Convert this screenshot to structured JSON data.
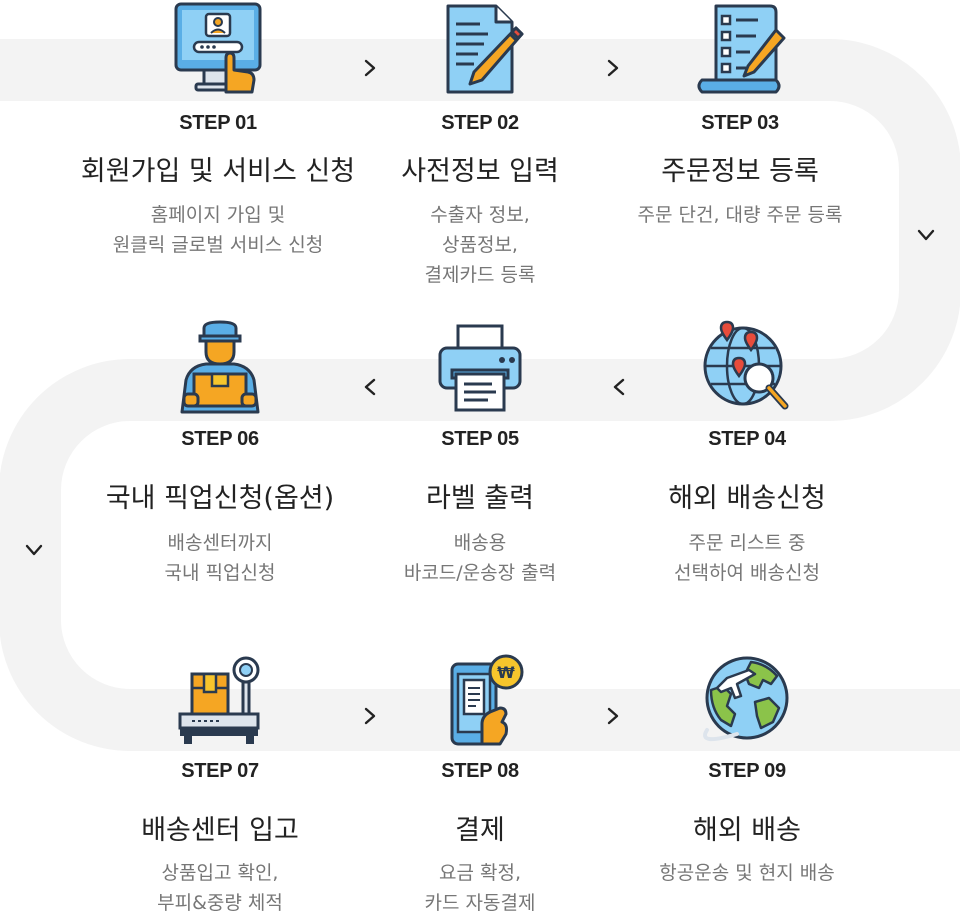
{
  "steps": [
    {
      "label": "STEP 01",
      "title": "회원가입 및 서비스 신청",
      "desc": [
        "홈페이지 가입 및",
        "원클릭 글로벌 서비스 신청"
      ],
      "icon": "computer-login-icon"
    },
    {
      "label": "STEP 02",
      "title": "사전정보 입력",
      "desc": [
        "수출자 정보,",
        "상품정보,",
        "결제카드 등록"
      ],
      "icon": "document-pen-icon"
    },
    {
      "label": "STEP 03",
      "title": "주문정보 등록",
      "desc": [
        "주문 단건, 대량 주문 등록"
      ],
      "icon": "checklist-scroll-icon"
    },
    {
      "label": "STEP 04",
      "title": "해외 배송신청",
      "desc": [
        "주문 리스트 중",
        "선택하여 배송신청"
      ],
      "icon": "globe-search-icon"
    },
    {
      "label": "STEP 05",
      "title": "라벨 출력",
      "desc": [
        "배송용",
        "바코드/운송장 출력"
      ],
      "icon": "printer-icon"
    },
    {
      "label": "STEP 06",
      "title": "국내 픽업신청(옵션)",
      "desc": [
        "배송센터까지",
        "국내 픽업신청"
      ],
      "icon": "delivery-man-icon"
    },
    {
      "label": "STEP 07",
      "title": "배송센터 입고",
      "desc": [
        "상품입고 확인,",
        "부피&중량 체적"
      ],
      "icon": "scale-box-icon"
    },
    {
      "label": "STEP 08",
      "title": "결제",
      "desc": [
        "요금 확정,",
        "카드 자동결제"
      ],
      "icon": "mobile-payment-icon"
    },
    {
      "label": "STEP 09",
      "title": "해외 배송",
      "desc": [
        "항공운송 및 현지 배송"
      ],
      "icon": "globe-airplane-icon"
    }
  ],
  "colors": {
    "track": "#f3f3f3",
    "blue": "#5aaee6",
    "dark": "#2a3a4f",
    "orange": "#f5a623",
    "yellow": "#f7c52c",
    "green": "#8bc34a",
    "red": "#e74c3c"
  }
}
